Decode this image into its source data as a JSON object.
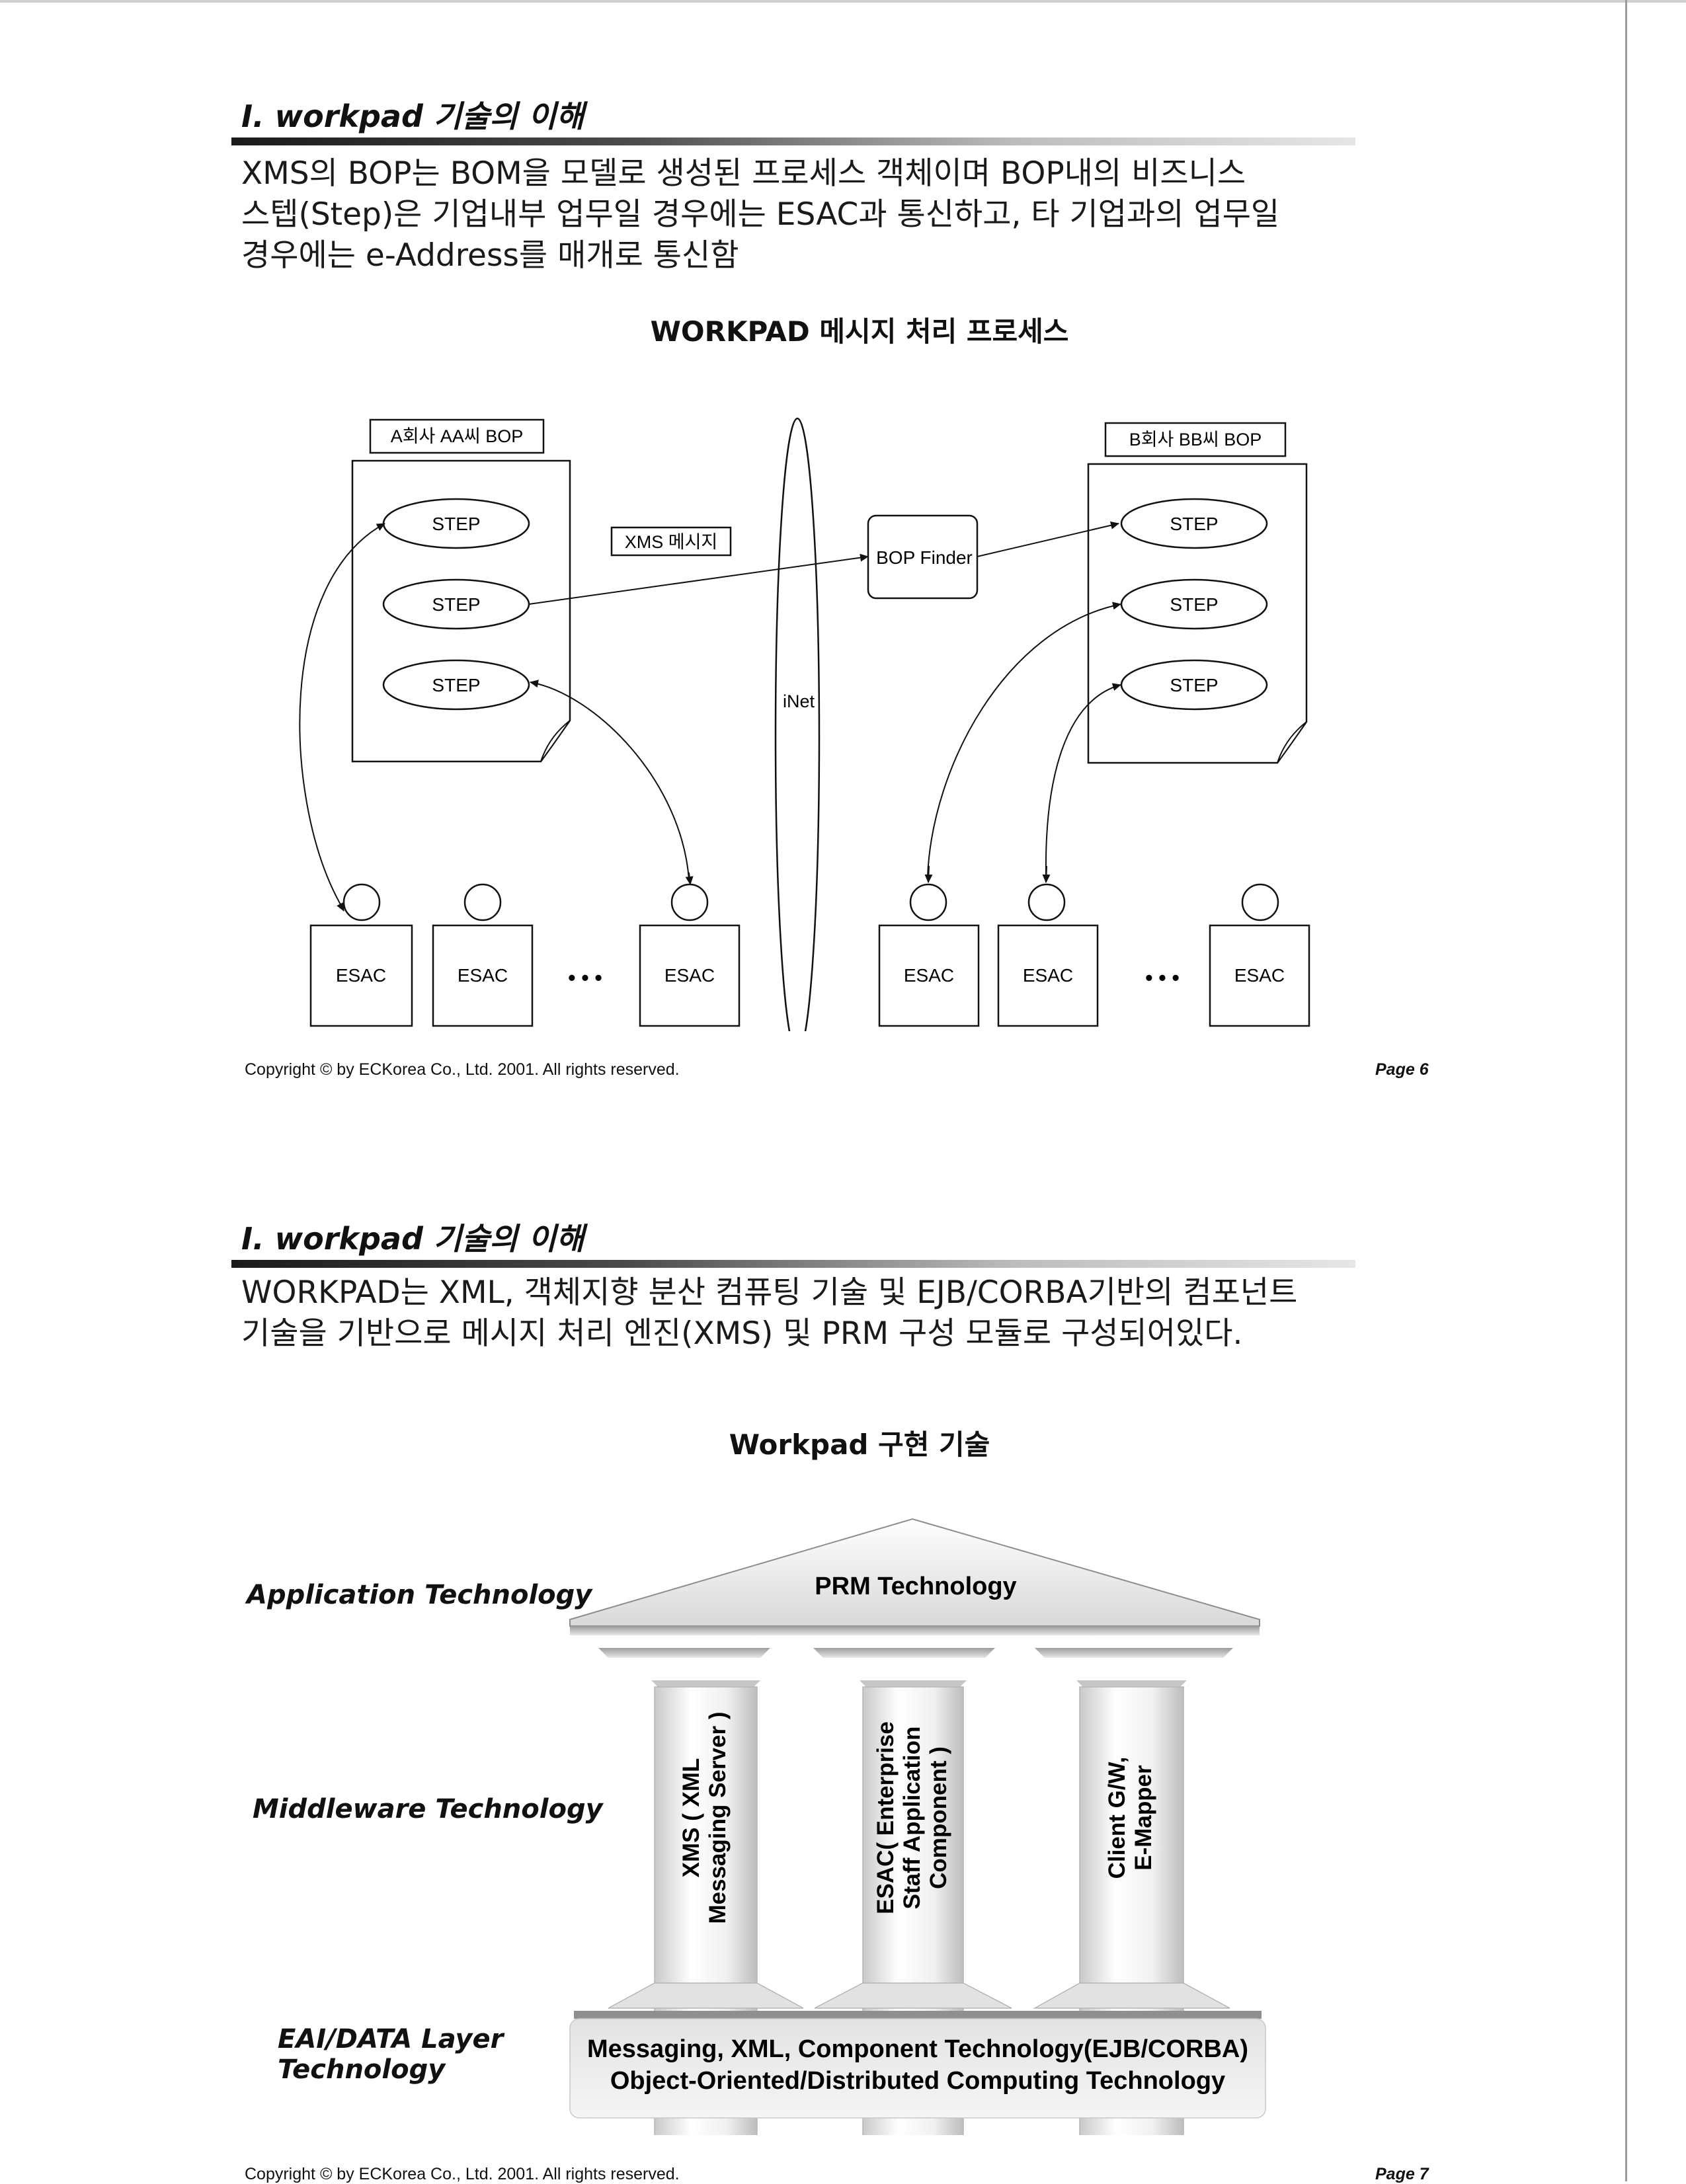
{
  "page1": {
    "section_title": "I. workpad 기술의 이해",
    "paragraph_lines": [
      "XMS의 BOP는 BOM을 모델로 생성된 프로세스 객체이며 BOP내의 비즈니스",
      "스텝(Step)은 기업내부 업무일 경우에는 ESAC과 통신하고, 타 기업과의 업무일",
      "경우에는 e-Address를 매개로 통신함"
    ],
    "figure_title": "WORKPAD 메시지 처리 프로세스",
    "diagram": {
      "left_bop_label": "A회사 AA씨 BOP",
      "right_bop_label": "B회사 BB씨 BOP",
      "step_label": "STEP",
      "xms_message_label": "XMS 메시지",
      "bop_finder_label": "BOP Finder",
      "inet_label": "iNet",
      "esac_label": "ESAC",
      "ellipsis": "• • •"
    },
    "footer": "Copyright © by ECKorea Co., Ltd. 2001. All rights reserved.",
    "page_number": "Page 6"
  },
  "page2": {
    "section_title": "I. workpad 기술의 이해",
    "paragraph_lines": [
      "WORKPAD는 XML, 객체지향 분산 컴퓨팅 기술 및 EJB/CORBA기반의 컴포넌트",
      "기술을 기반으로 메시지 처리 엔진(XMS) 및 PRM 구성 모듈로 구성되어있다."
    ],
    "figure_title": "Workpad  구현 기술",
    "layers": {
      "application": "Application Technology",
      "middleware": "Middleware Technology",
      "eai_line1": "EAI/DATA Layer",
      "eai_line2": "Technology"
    },
    "roof_label": "PRM Technology",
    "pillars": [
      {
        "line1": "XMS ( XML",
        "line2": "Messaging Server )",
        "line3": ""
      },
      {
        "line1": "ESAC( Enterprise",
        "line2": "Staff Application",
        "line3": "Component )"
      },
      {
        "line1": "Client G/W,",
        "line2": "E-Mapper",
        "line3": ""
      }
    ],
    "base_line1": "Messaging, XML, Component Technology(EJB/CORBA)",
    "base_line2": "Object-Oriented/Distributed Computing Technology",
    "footer": "Copyright © by ECKorea Co., Ltd. 2001. All rights reserved.",
    "page_number": "Page 7"
  }
}
